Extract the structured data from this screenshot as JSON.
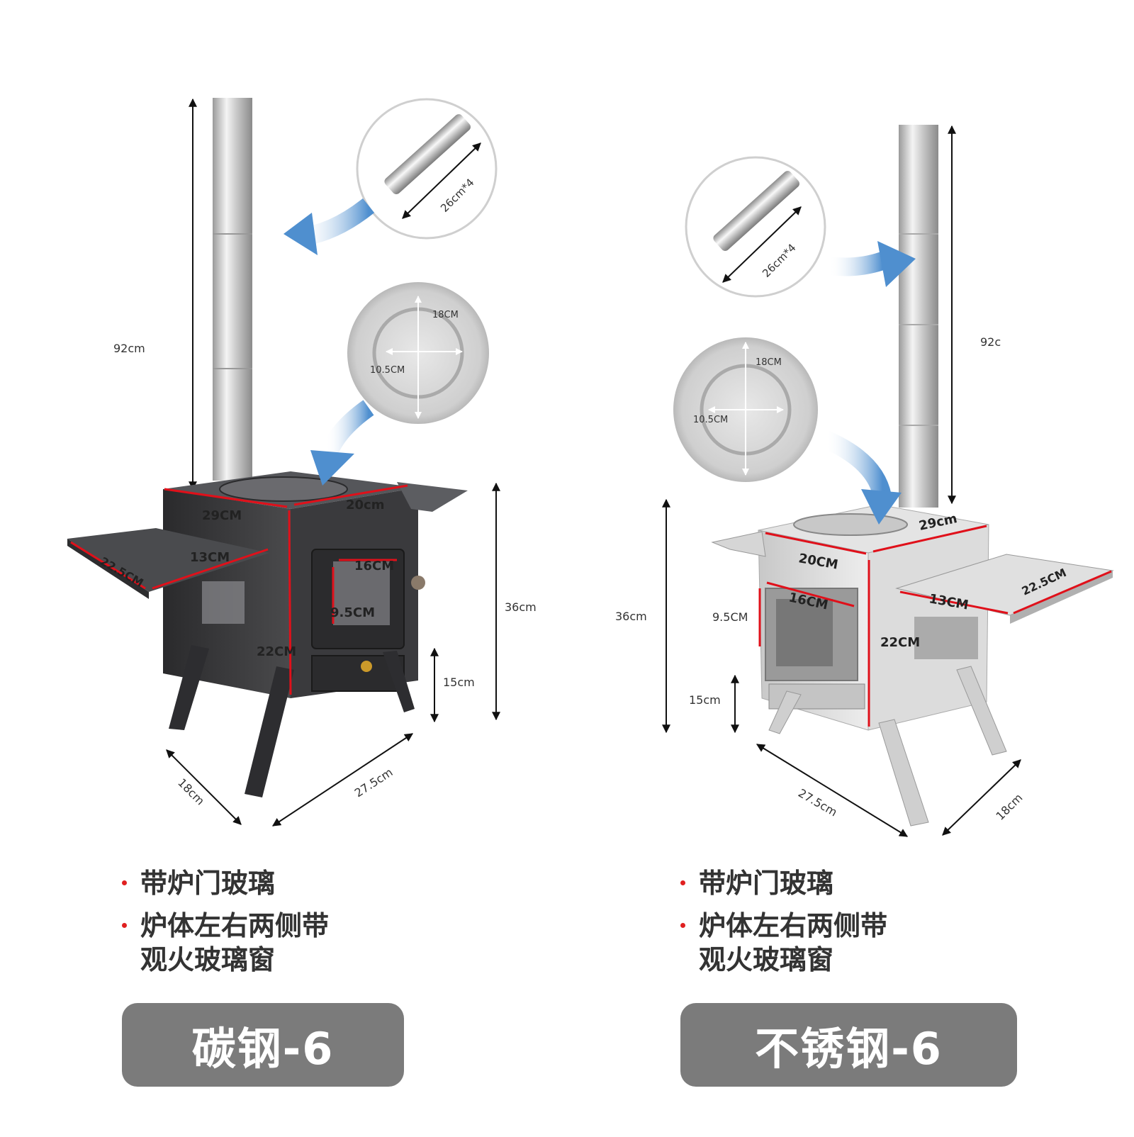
{
  "left": {
    "dimensions": {
      "height_total": "92cm",
      "pipe_section": "26cm*4",
      "lid_dia_outer": "18CM",
      "lid_dia_inner": "10.5CM",
      "top_depth": "29CM",
      "top_width": "20cm",
      "shelf_length": "22.5CM",
      "shelf_width": "13CM",
      "door_width": "16CM",
      "door_height": "9.5CM",
      "body_height": "22CM",
      "stove_height": "36cm",
      "leg_height": "15cm",
      "base_width": "27.5cm",
      "base_depth": "18cm"
    },
    "features": [
      {
        "lines": [
          "带炉门玻璃"
        ]
      },
      {
        "lines": [
          "炉体左右两侧带",
          "观火玻璃窗"
        ]
      }
    ],
    "model": "碳钢-6",
    "body_color": "#3c3c3e"
  },
  "right": {
    "dimensions": {
      "height_total": "92c",
      "pipe_section": "26cm*4",
      "lid_dia_outer": "18CM",
      "lid_dia_inner": "10.5CM",
      "top_depth": "29cm",
      "top_width": "20CM",
      "shelf_length": "22.5CM",
      "shelf_width": "13CM",
      "door_width": "16CM",
      "door_height": "9.5CM",
      "body_height": "22CM",
      "stove_height": "36cm",
      "leg_height": "15cm",
      "base_width": "27.5cm",
      "base_depth": "18cm"
    },
    "features": [
      {
        "lines": [
          "带炉门玻璃"
        ]
      },
      {
        "lines": [
          "炉体左右两侧带",
          "观火玻璃窗"
        ]
      }
    ],
    "model": "不锈钢-6",
    "body_color": "#d8d8d8"
  },
  "colors": {
    "dimension_line_red": "#e0101a",
    "arrow_blue": "#5b9bd5",
    "label_bg": "#7b7b7b"
  }
}
